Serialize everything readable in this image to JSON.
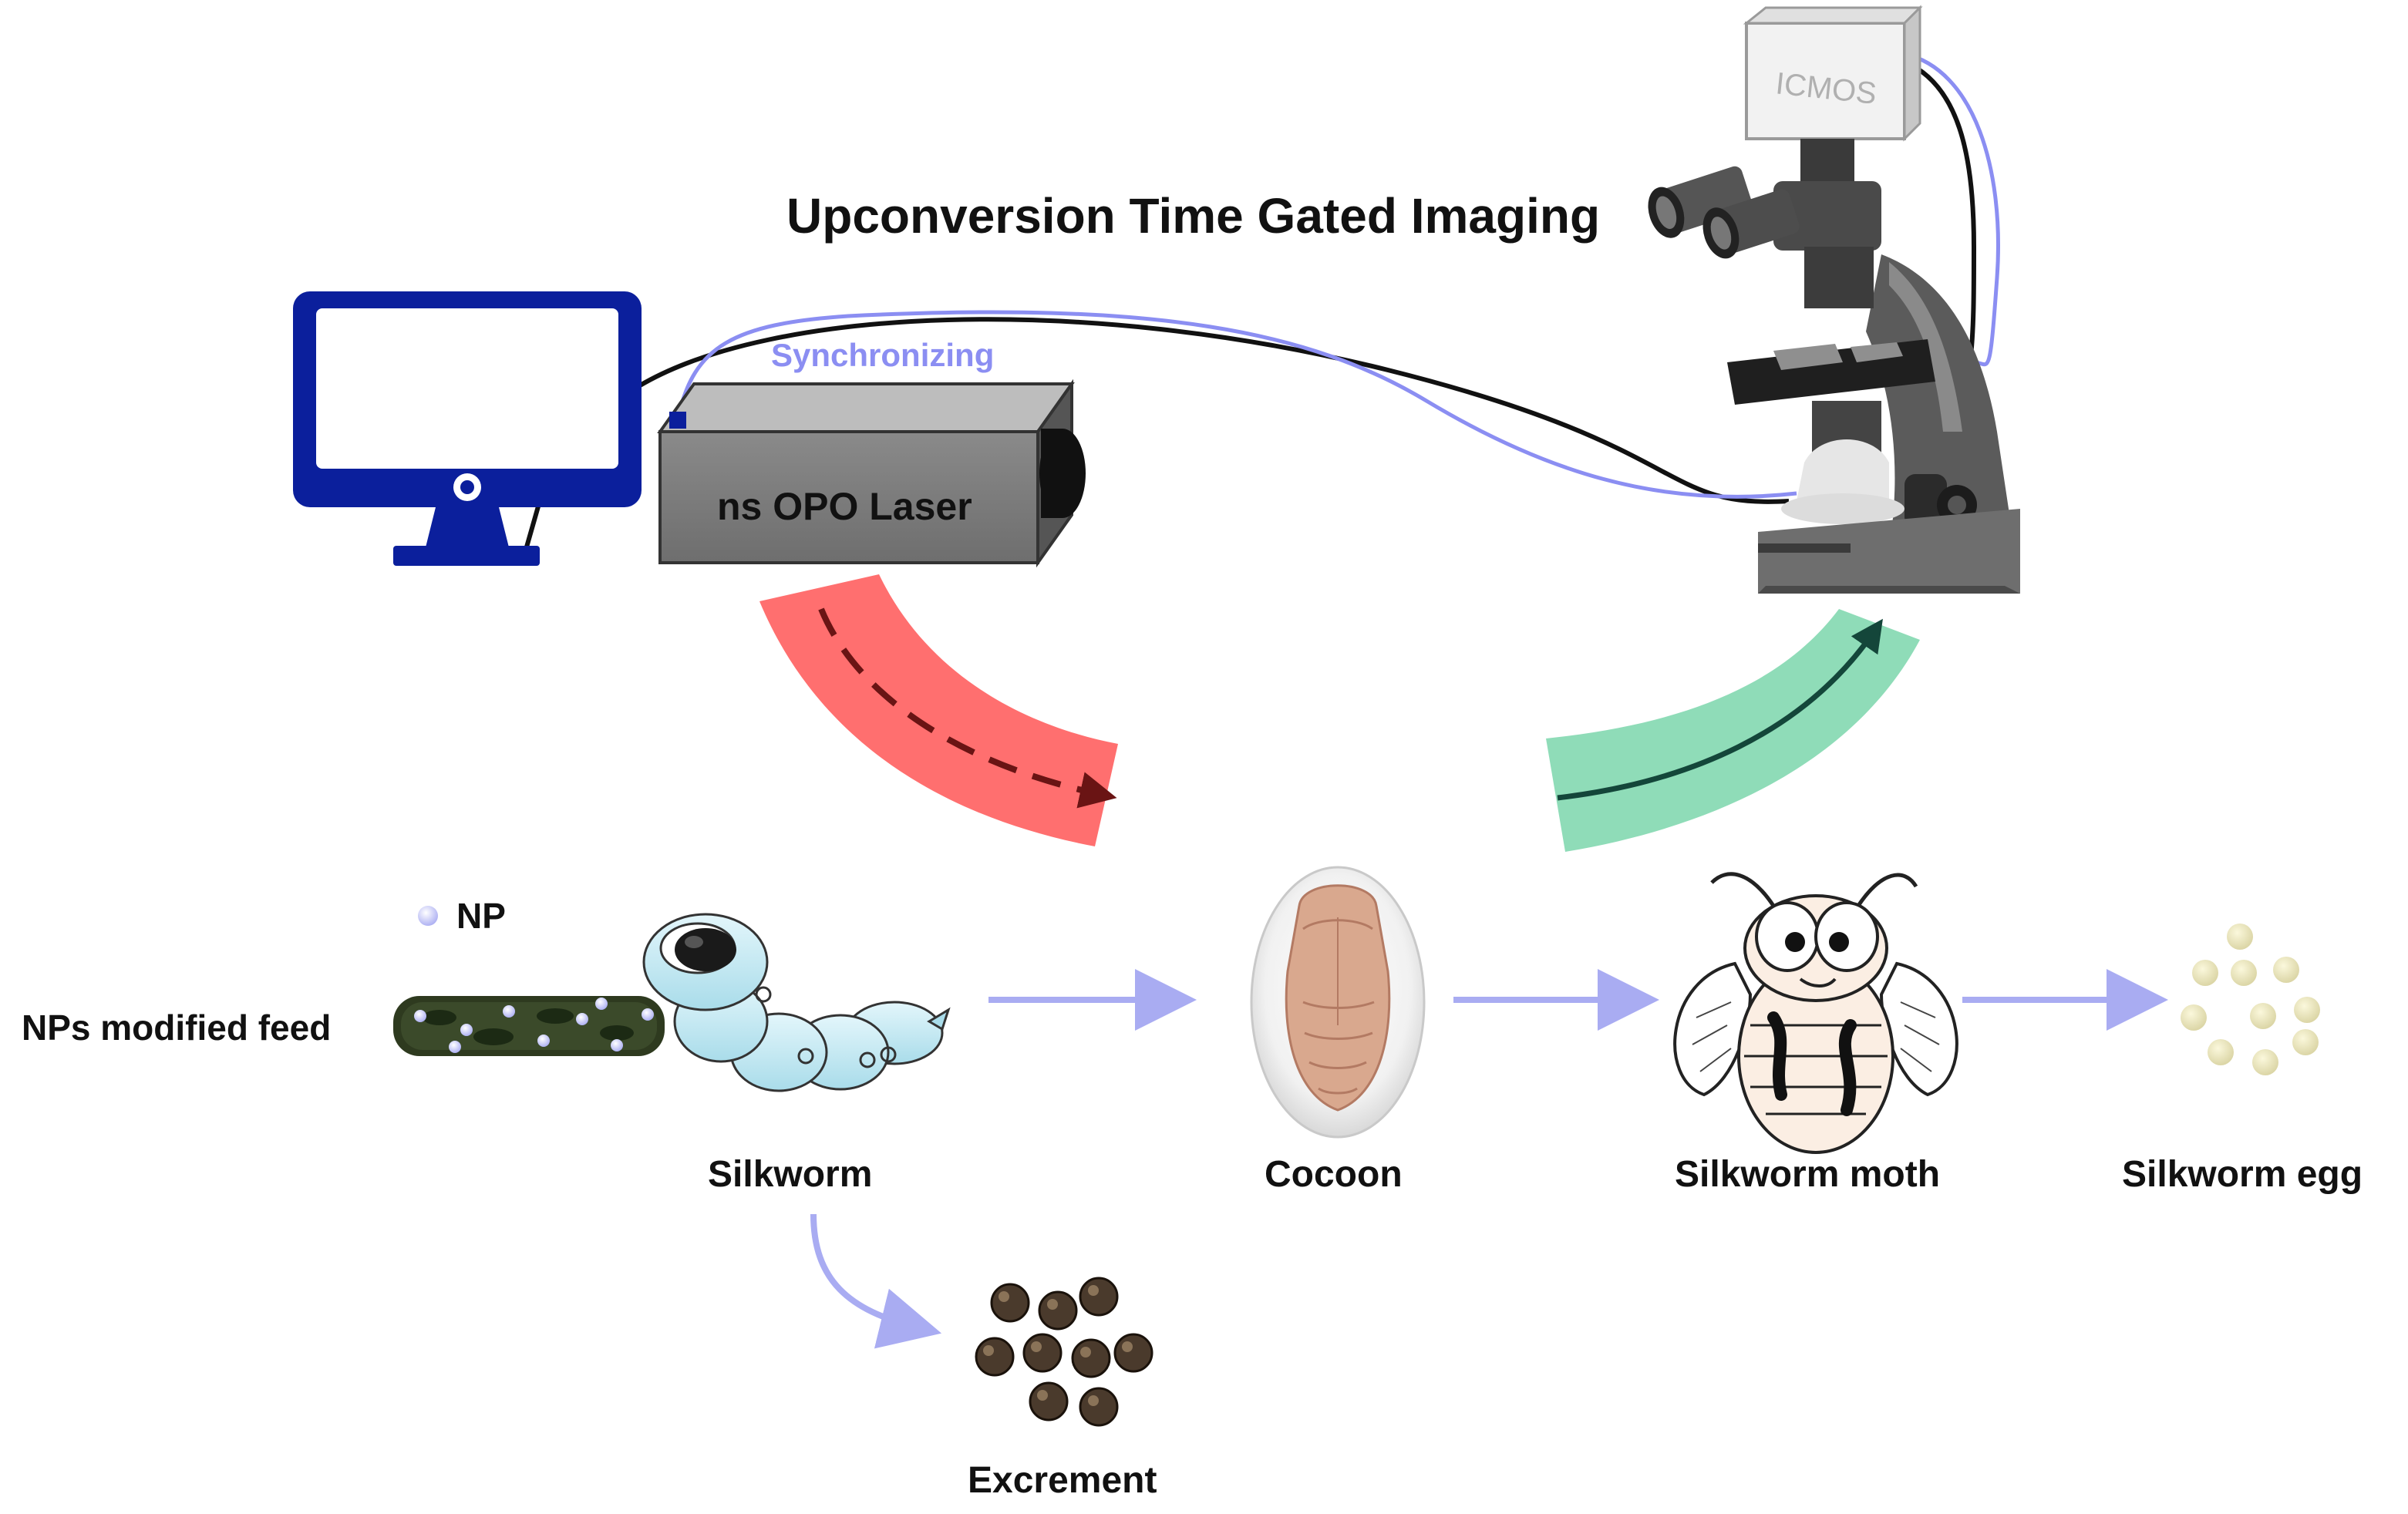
{
  "title": "Upconversion Time Gated Imaging",
  "equipment": {
    "laser_label": "ns OPO Laser",
    "sync_label": "Synchronizing",
    "camera_label": "ICMOS"
  },
  "feed": {
    "np_label": "NP",
    "feed_label": "NPs modified feed"
  },
  "stages": {
    "silkworm": "Silkworm",
    "cocoon": "Cocoon",
    "moth": "Silkworm moth",
    "egg": "Silkworm egg",
    "excrement": "Excrement"
  },
  "colors": {
    "monitor_blue": "#0b1f9c",
    "sync_wire": "#8b8ef2",
    "excitation_red": "#ff6f6f",
    "emission_green": "#8fdcb8",
    "flow_arrow": "#a9acf2",
    "laser_body": "#7d7d7d"
  }
}
